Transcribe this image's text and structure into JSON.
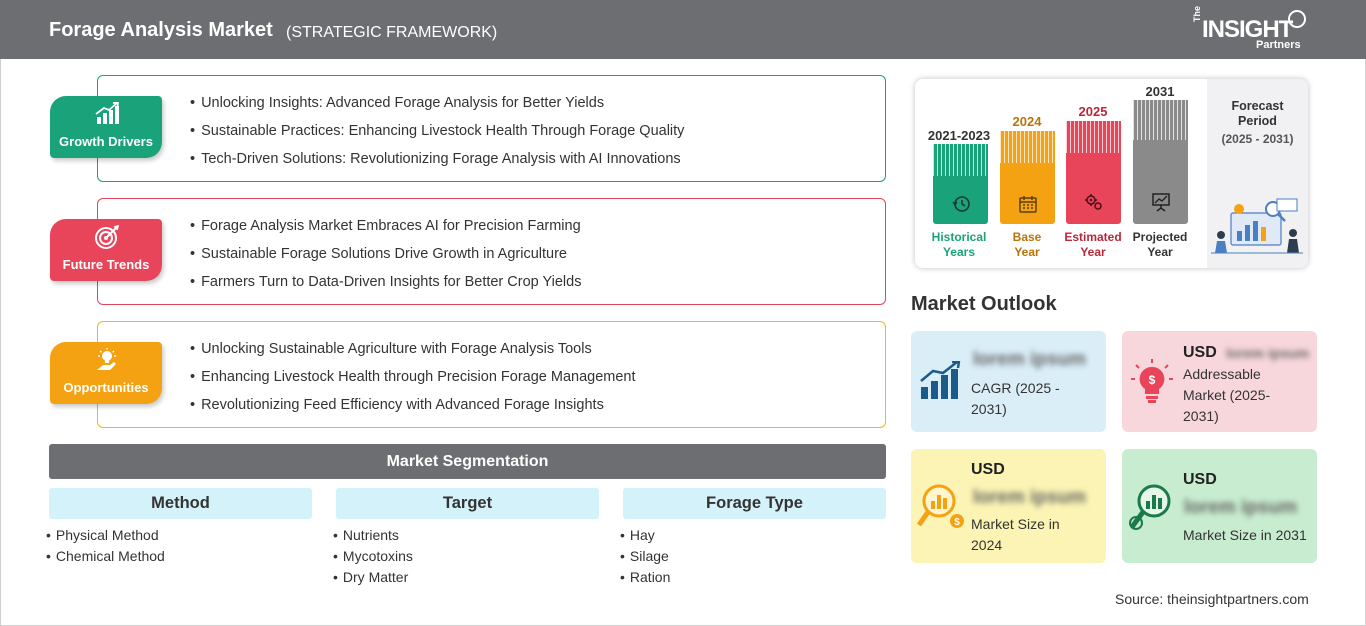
{
  "header": {
    "title": "Forage Analysis Market",
    "subtitle": "(STRATEGIC FRAMEWORK)",
    "logo": {
      "the": "The",
      "insight": "INSIGHT",
      "partners": "Partners"
    }
  },
  "drivers": [
    {
      "label": "Growth Drivers",
      "icon": "bar-chart-growth-icon",
      "color": "#1aa37a",
      "items": [
        "Unlocking Insights: Advanced Forage Analysis for Better Yields",
        "Sustainable Practices: Enhancing Livestock Health Through Forage Quality",
        "Tech-Driven Solutions: Revolutionizing Forage Analysis with AI Innovations"
      ]
    },
    {
      "label": "Future Trends",
      "icon": "target-icon",
      "color": "#e8445a",
      "items": [
        "Forage Analysis Market Embraces AI for Precision Farming",
        "Sustainable Forage Solutions Drive Growth in Agriculture",
        "Farmers Turn to Data-Driven Insights for Better Crop Yields"
      ]
    },
    {
      "label": "Opportunities",
      "icon": "lightbulb-hand-icon",
      "color": "#f4a112",
      "items": [
        "Unlocking Sustainable Agriculture with Forage Analysis Tools",
        "Enhancing Livestock Health through Precision Forage Management",
        "Revolutionizing Feed Efficiency with Advanced Forage Insights"
      ]
    }
  ],
  "segmentation": {
    "title": "Market Segmentation",
    "columns": [
      {
        "heading": "Method",
        "items": [
          "Physical Method",
          "Chemical Method"
        ]
      },
      {
        "heading": "Target",
        "items": [
          "Nutrients",
          "Mycotoxins",
          "Dry Matter"
        ]
      },
      {
        "heading": "Forage Type",
        "items": [
          "Hay",
          "Silage",
          "Ration"
        ]
      }
    ]
  },
  "timeline": {
    "bars": [
      {
        "year": "2021-2023",
        "label_line1": "Historical",
        "label_line2": "Years",
        "color": "#1aa37a",
        "text_color": "#1aa37a",
        "icon": "history-clock-icon"
      },
      {
        "year": "2024",
        "label_line1": "Base",
        "label_line2": "Year",
        "color": "#f4a112",
        "text_color": "#b8740a",
        "icon": "calendar-icon"
      },
      {
        "year": "2025",
        "label_line1": "Estimated",
        "label_line2": "Year",
        "color": "#e8445a",
        "text_color": "#b8283b",
        "icon": "gears-dollar-icon"
      },
      {
        "year": "2031",
        "label_line1": "Projected",
        "label_line2": "Year",
        "color": "#8a8a8a",
        "text_color": "#333333",
        "icon": "presentation-chart-icon"
      }
    ],
    "forecast": {
      "title_line1": "Forecast",
      "title_line2": "Period",
      "range": "(2025 - 2031)"
    }
  },
  "outlook": {
    "title": "Market Outlook",
    "cards": [
      {
        "prefix": "",
        "blurred": "lorem ipsum",
        "text_lines": [
          "CAGR (2025 -",
          "2031)"
        ],
        "bg": "#daeef8",
        "icon": "growth-chart-icon"
      },
      {
        "prefix": "USD",
        "blurred": "lorem ipsum",
        "text_lines": [
          "Addressable",
          "Market (2025-",
          "2031)"
        ],
        "bg": "#f8d7dc",
        "icon": "bulb-dollar-icon"
      },
      {
        "prefix": "USD",
        "blurred": "lorem ipsum",
        "text_lines": [
          "Market Size in",
          "2024"
        ],
        "bg": "#fbf4b4",
        "icon": "magnifier-dollar-icon"
      },
      {
        "prefix": "USD",
        "blurred": "lorem ipsum",
        "text_lines": [
          "Market Size in 2031"
        ],
        "bg": "#c8eccf",
        "icon": "magnifier-chart-icon"
      }
    ]
  },
  "source": "Source: theinsightpartners.com"
}
